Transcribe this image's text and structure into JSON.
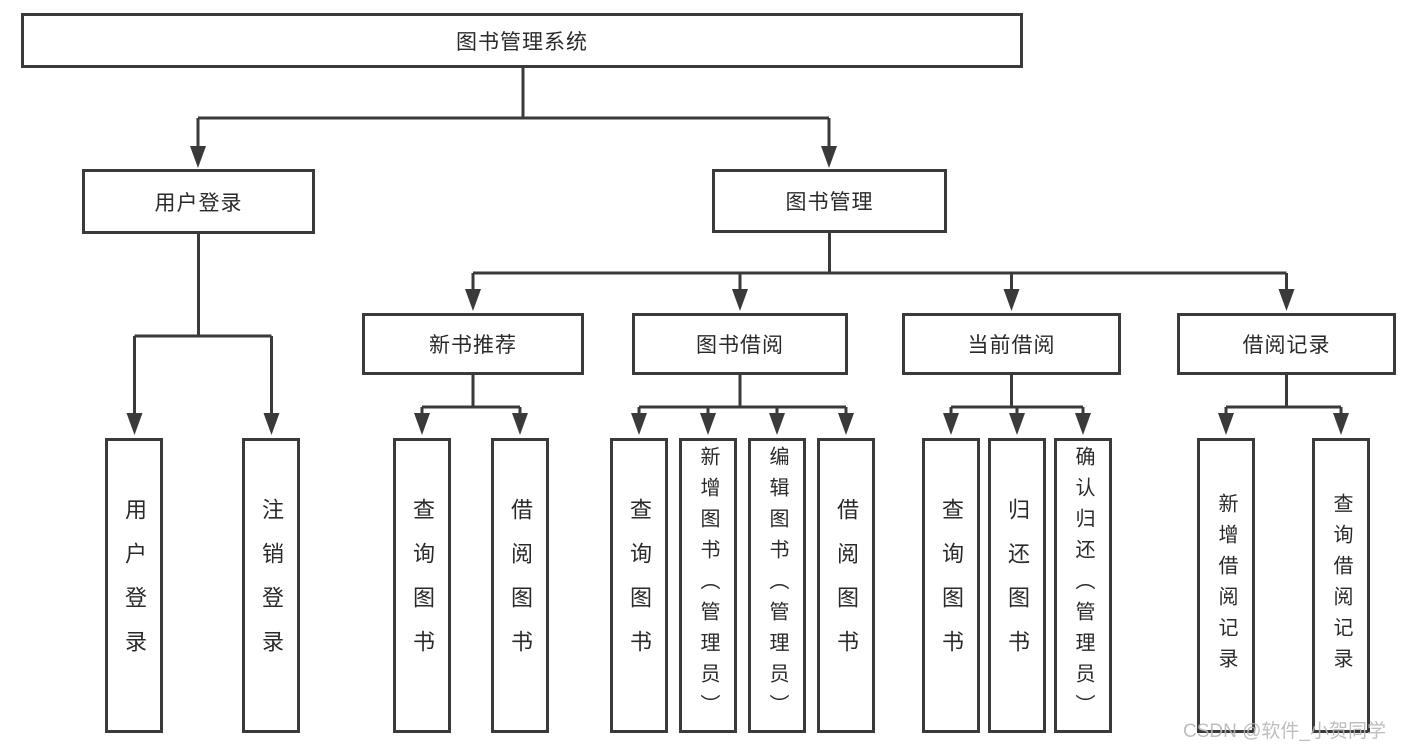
{
  "tree": {
    "root": {
      "label": "图书管理系统",
      "children": [
        {
          "label": "用户登录",
          "children": [
            {
              "label": "用户登录"
            },
            {
              "label": "注销登录"
            }
          ]
        },
        {
          "label": "图书管理",
          "children": [
            {
              "label": "新书推荐",
              "children": [
                {
                  "label": "查询图书"
                },
                {
                  "label": "借阅图书"
                }
              ]
            },
            {
              "label": "图书借阅",
              "children": [
                {
                  "label": "查询图书"
                },
                {
                  "label": "新增图书（管理员）"
                },
                {
                  "label": "编辑图书（管理员）"
                },
                {
                  "label": "借阅图书"
                }
              ]
            },
            {
              "label": "当前借阅",
              "children": [
                {
                  "label": "查询图书"
                },
                {
                  "label": "归还图书"
                },
                {
                  "label": "确认归还（管理员）"
                }
              ]
            },
            {
              "label": "借阅记录",
              "children": [
                {
                  "label": "新增借阅记录"
                },
                {
                  "label": "查询借阅记录"
                }
              ]
            }
          ]
        }
      ]
    }
  },
  "watermark": {
    "text": "CSDN @软件_小贺同学"
  },
  "colors": {
    "line": "#3a3a3a",
    "text": "#2a2a2a",
    "box_background": "#ffffff",
    "watermark": "#b7b7b7"
  }
}
